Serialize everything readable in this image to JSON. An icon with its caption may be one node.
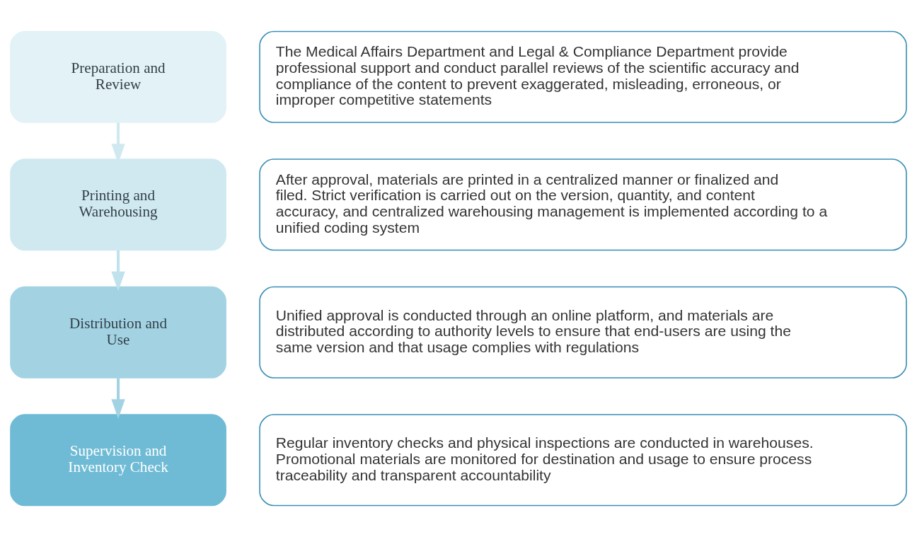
{
  "diagram": {
    "nodes": [
      {
        "text": [
          "Preparation and Review"
        ]
      },
      {
        "text": [
          "The Medical Affairs Department and Legal & Compliance Department provide professional support and conduct parallel reviews of the scientific accuracy and compliance of the content to prevent exaggerated, misleading, erroneous, or improper competitive statements"
        ]
      },
      {
        "text": [
          "Printing and Warehousing"
        ]
      },
      {
        "text": [
          "After approval, materials are printed in a centralized manner or finalized and filed. Strict verification is carried out on the version, quantity, and content accuracy, and centralized warehousing management is implemented according to a unified coding system"
        ]
      },
      {
        "text": [
          "Distribution and Use"
        ]
      },
      {
        "text": [
          "Unified approval is conducted through an online platform, and materials are distributed according to authority levels to ensure that end-users are using the same version and that usage complies with regulations"
        ]
      },
      {
        "text": [
          "Supervision and Inventory Check"
        ]
      },
      {
        "text": [
          "Regular inventory checks and physical inspections are conducted in warehouses. Promotional materials are monitored for destination and usage to ensure process traceability and transparent accountability"
        ]
      }
    ],
    "edges": [
      {
        "from": 0,
        "to": 2,
        "arrow": "to"
      },
      {
        "from": 2,
        "to": 4,
        "arrow": "to"
      },
      {
        "from": 4,
        "to": 6,
        "arrow": "to"
      }
    ]
  }
}
